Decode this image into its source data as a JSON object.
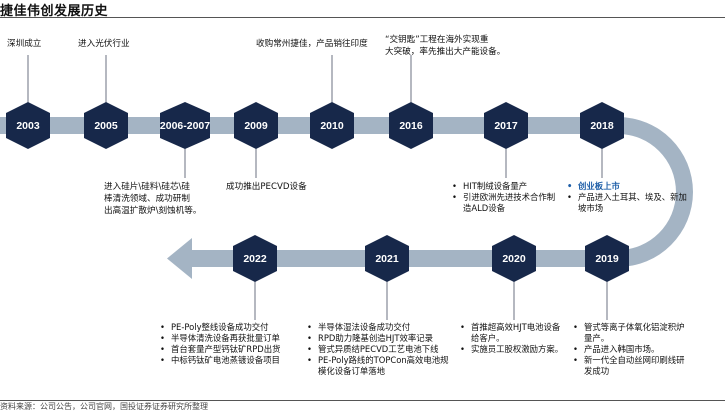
{
  "title": "捷佳伟创发展历史",
  "source": "资料来源：公司公告，公司官网，国投证券证券研究所整理",
  "colors": {
    "hex": "#17284a",
    "arrow": "#a4b4c4",
    "connector": "#6b7280",
    "highlight": "#1f5fa8"
  },
  "milestones": [
    {
      "year": "2003"
    },
    {
      "year": "2005"
    },
    {
      "year": "2006-2007"
    },
    {
      "year": "2009"
    },
    {
      "year": "2010"
    },
    {
      "year": "2016"
    },
    {
      "year": "2017"
    },
    {
      "year": "2018"
    },
    {
      "year": "2019"
    },
    {
      "year": "2020"
    },
    {
      "year": "2021"
    },
    {
      "year": "2022"
    }
  ],
  "notes": {
    "y2003": "深圳成立",
    "y2005": "进入光伏行业",
    "y2010": "收购常州捷佳，产品销往印度",
    "y2016": [
      "“交钥匙”工程在海外实现重",
      "大突破，率先推出大产能设备。"
    ],
    "y2006": [
      "进入硅片\\硅料\\硅芯\\硅",
      "棒清洗领域、成功研制",
      "出高温扩散炉\\刻蚀机等。"
    ],
    "y2009": "成功推出PECVD设备"
  },
  "bullets": {
    "y2017": [
      "HIT制绒设备量产",
      "引进欧洲先进技术合作制造ALD设备"
    ],
    "y2018": [
      "创业板上市",
      "产品进入土耳其、埃及、新加坡市场"
    ],
    "y2019": [
      "管式等离子体氧化铝淀积炉量产。",
      "产品进入韩国市场。",
      "新一代全自动丝网印刷线研发成功"
    ],
    "y2020": [
      "首推超高效HJT电池设备给客户。",
      "实施员工股权激励方案。"
    ],
    "y2021": [
      "半导体湿法设备成功交付",
      "RPD助力隆基创造HJT效率记录",
      "管式异质结PECVD工艺电池下线",
      "PE-Poly路线的TOPCon高效电池规模化设备订单落地"
    ],
    "y2022": [
      "PE-Poly整线设备成功交付",
      "半导体清洗设备再获批量订单",
      "首台套量产型钙钛矿RPD出货",
      "中标钙钛矿电池蒸镀设备项目"
    ]
  }
}
